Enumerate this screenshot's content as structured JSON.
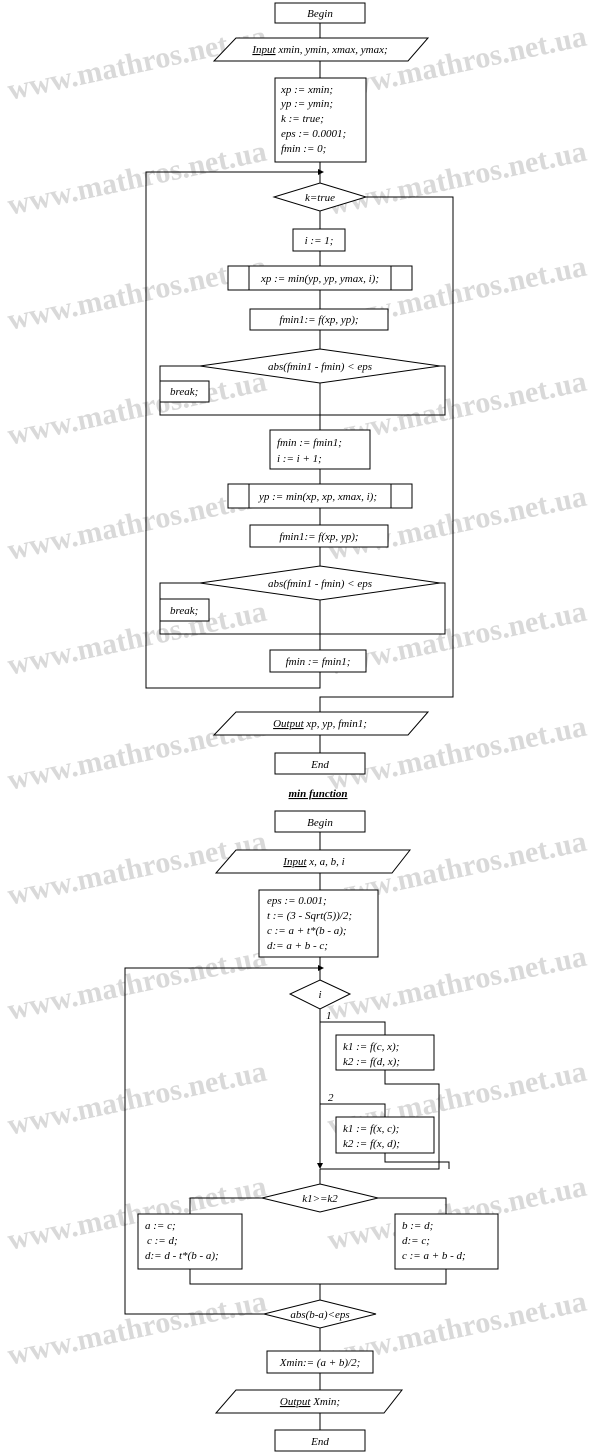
{
  "watermark": "www.mathros.net.ua",
  "main": {
    "begin": "Begin",
    "input_kw": "Input",
    "input_rest": " xmin, ymin, xmax, ymax;",
    "init": [
      "xp := xmin;",
      "yp := ymin;",
      "k := true;",
      "eps := 0.0001;",
      "fmin := 0;"
    ],
    "loop_cond": "k=true",
    "i_init": "i := 1;",
    "xp_call": "xp := min(yp, yp, ymax, i);",
    "f1": "fmin1:= f(xp, yp);",
    "cond1": "abs(fmin1 - fmin) < eps",
    "break1": "break;",
    "update": [
      "fmin := fmin1;",
      "i := i + 1;"
    ],
    "yp_call": "yp := min(xp, xp, xmax, i);",
    "f2": "fmin1:= f(xp, yp);",
    "cond2": "abs(fmin1 - fmin) < eps",
    "break2": "break;",
    "final_assign": "fmin := fmin1;",
    "output_kw": "Output",
    "output_rest": " xp, yp, fmin1;",
    "end": "End"
  },
  "func": {
    "title": "min function",
    "begin": "Begin",
    "input_kw": "Input",
    "input_rest": " x, a, b, i",
    "init": [
      "eps := 0.001;",
      "t := (3 - Sqrt(5))/2;",
      "c := a + t*(b - a);",
      "d:= a + b - c;"
    ],
    "switch_var": "i",
    "case1_label": "1",
    "case1": [
      "k1 := f(c, x);",
      "k2 := f(d, x);"
    ],
    "case2_label": "2",
    "case2": [
      "k1 := f(x, c);",
      "k2 := f(x, d);"
    ],
    "compare": "k1>=k2",
    "left_branch": [
      "a := c;",
      "c := d;",
      "d:= d - t*(b - a);"
    ],
    "right_branch": [
      "b := d;",
      "d:= c;",
      "c := a + b - d;"
    ],
    "loop_cond": "abs(b-a)<eps",
    "result": "Xmin:= (a + b)/2;",
    "output_kw": "Output",
    "output_rest": " Xmin;",
    "end": "End"
  }
}
